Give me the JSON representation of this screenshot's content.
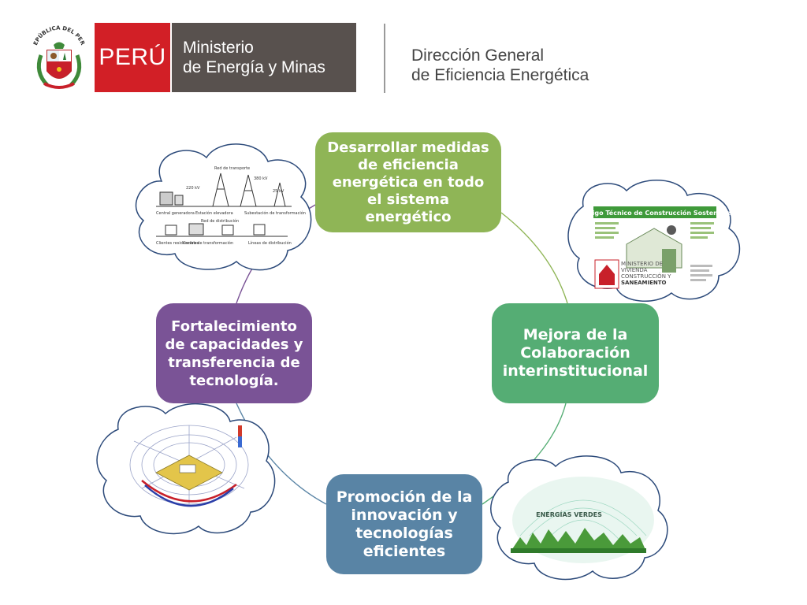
{
  "header": {
    "crest_text": "REPÚBLICA DEL PERÚ",
    "country": "PERÚ",
    "ministry_line1": "Ministerio",
    "ministry_line2": "de Energía y Minas",
    "directorate_line1": "Dirección General",
    "directorate_line2": "de Eficiencia Energética"
  },
  "nodes": {
    "efficiency": "Desarrollar medidas de eficiencia energética en todo el sistema energético",
    "collaboration": "Mejora de la Colaboración interinstitucional",
    "innovation": "Promoción de la innovación y tecnologías eficientes",
    "capacity": "Fortalecimiento de capacidades y transferencia de tecnología."
  },
  "clouds": {
    "grid": {
      "labels": [
        "Red de transporte",
        "Central generadora",
        "Estación elevadora",
        "Subestación de transformación",
        "Red de distribución",
        "Centro de transformación",
        "Clientes residenciales",
        "Líneas de distribución",
        "220 kV",
        "380 kV",
        "25 kV"
      ]
    },
    "building_code": {
      "title": "Código Técnico de Construcción Sostenible",
      "ministry_line1": "MINISTERIO DE",
      "ministry_line2": "VIVIENDA",
      "ministry_line3": "CONSTRUCCIÓN Y",
      "ministry_line4": "SANEAMIENTO"
    },
    "green": {
      "label": "ENERGÍAS VERDES"
    }
  },
  "colors": {
    "efficiency": "#8fb556",
    "collaboration": "#55ad74",
    "innovation": "#5984a5",
    "capacity": "#7a5396",
    "peru_red": "#d21f26",
    "ministry_gray": "#58514e"
  }
}
